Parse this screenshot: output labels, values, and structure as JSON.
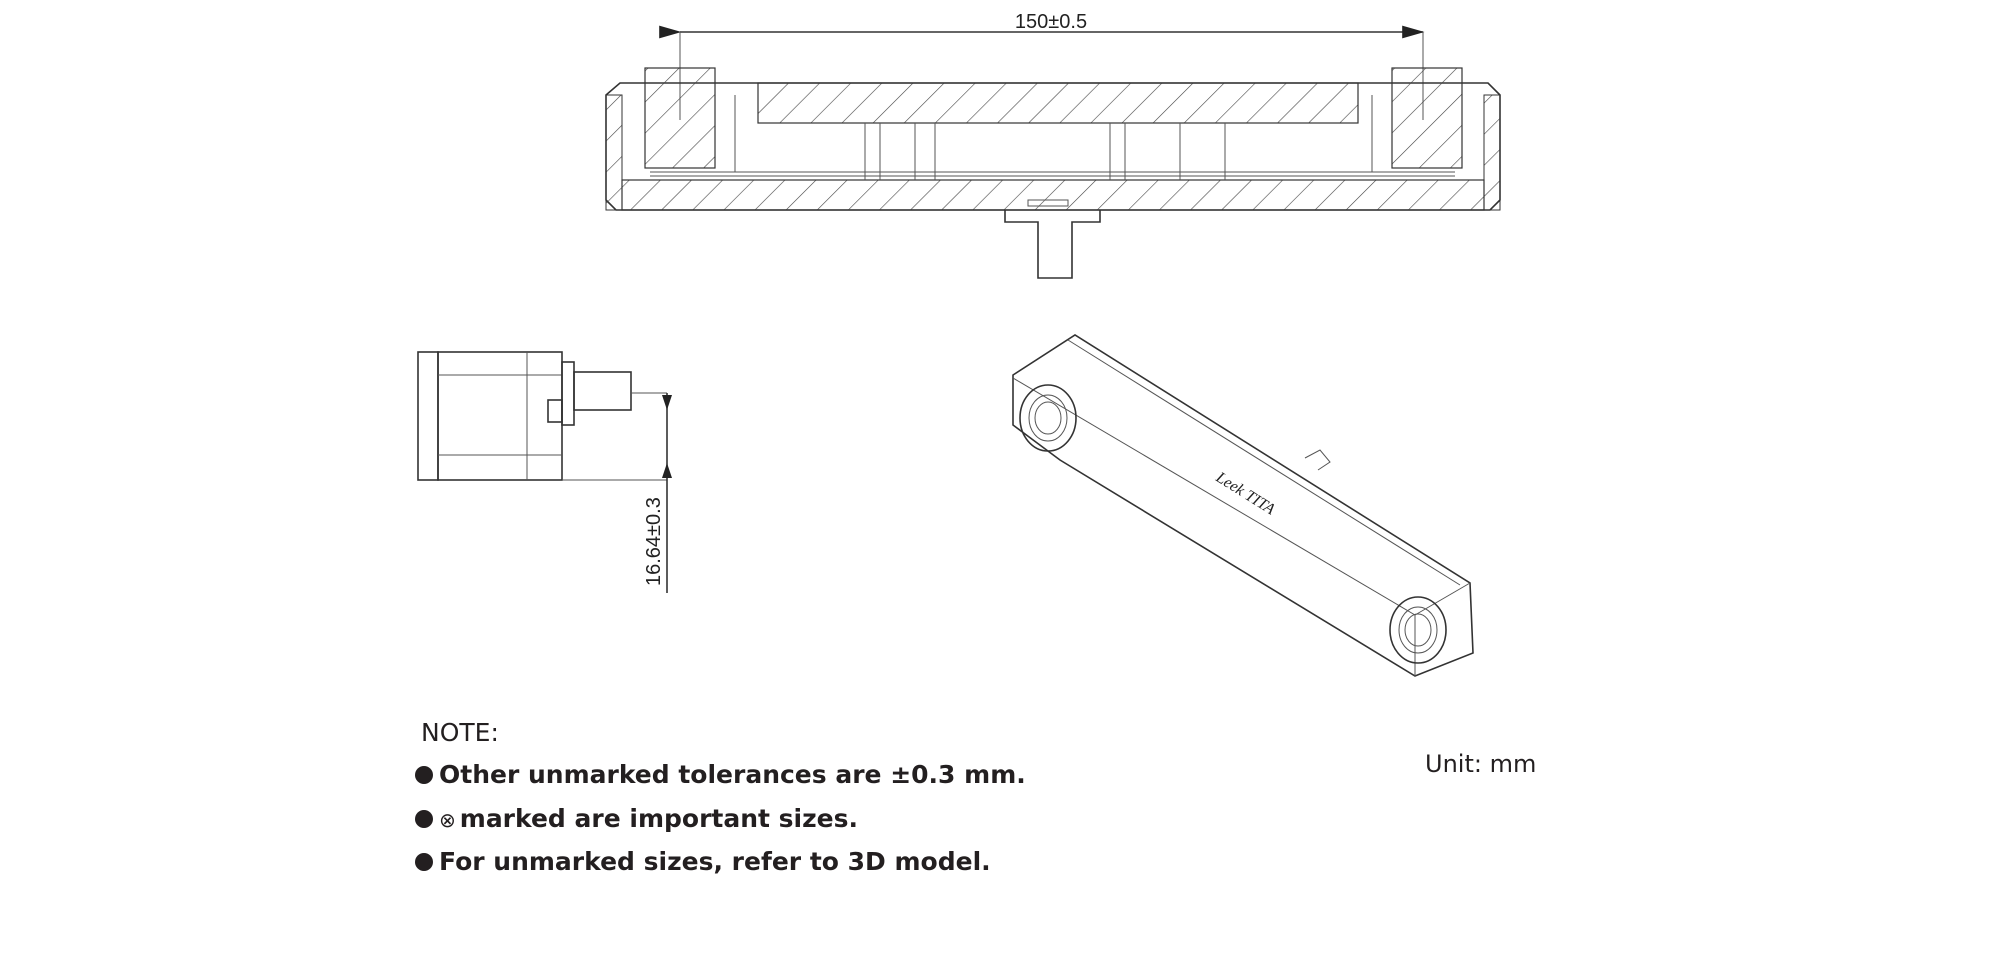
{
  "top_view": {
    "dimension_label": "150±0.5"
  },
  "side_view": {
    "dimension_label": "16.64±0.3"
  },
  "iso_view": {
    "logo_text": "Leek TITA"
  },
  "notes": {
    "heading": "NOTE:",
    "items": [
      "Other unmarked tolerances are ±0.3 mm.",
      "marked are important sizes.",
      "For unmarked sizes, refer to 3D model."
    ],
    "important_symbol": "⊗"
  },
  "unit_label": "Unit: mm"
}
